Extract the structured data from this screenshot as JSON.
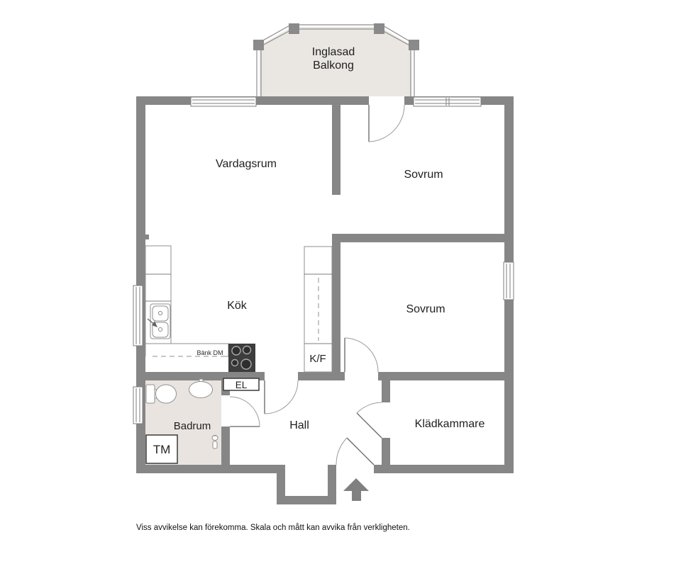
{
  "balcony": {
    "label_line1": "Inglasad",
    "label_line2": "Balkong"
  },
  "rooms": {
    "living_room": "Vardagsrum",
    "bedroom_top": "Sovrum",
    "kitchen": "Kök",
    "bedroom_mid": "Sovrum",
    "bathroom": "Badrum",
    "hall": "Hall",
    "closet": "Klädkammare"
  },
  "fixtures": {
    "counter_dishwasher": "Bänk DM",
    "fridge_freezer": "K/F",
    "electrical": "EL",
    "washing_machine": "TM"
  },
  "footer": {
    "disclaimer": "Viss avvikelse kan förekomma. Skala och mått kan avvika från verkligheten."
  },
  "colors": {
    "wall": "#868686",
    "balcony_floor": "#eae7e3",
    "bathroom_floor": "#e9e4df",
    "stove": "#3d3d3d",
    "entrance_arrow": "#808080",
    "outline": "#7d7d7d",
    "text": "#1f1f1f",
    "background": "#ffffff"
  }
}
